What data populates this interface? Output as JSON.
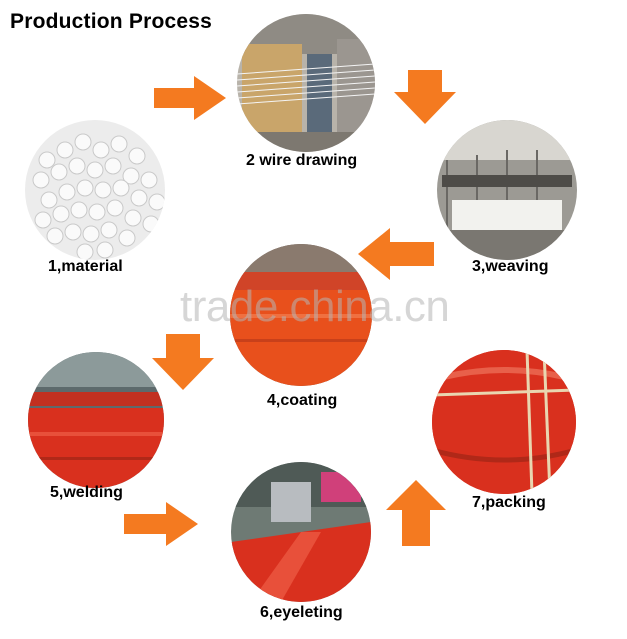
{
  "title": "Production Process",
  "watermark": "trade.china.cn",
  "steps": [
    {
      "label": "1,material"
    },
    {
      "label": "2 wire drawing"
    },
    {
      "label": "3,weaving"
    },
    {
      "label": "4,coating"
    },
    {
      "label": "5,welding"
    },
    {
      "label": "6,eyeleting"
    },
    {
      "label": "7,packing"
    }
  ],
  "colors": {
    "arrow": "#F47A20",
    "tarp_red": "#D9301E",
    "coating_orange": "#E8501C"
  }
}
